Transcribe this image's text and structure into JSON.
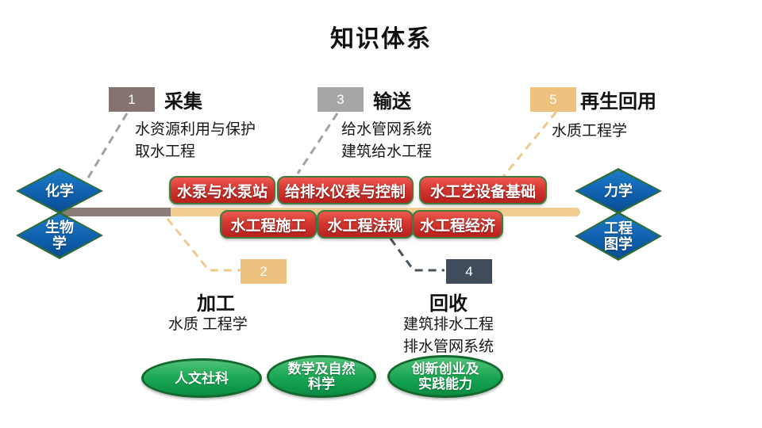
{
  "title": "知识体系",
  "stages": [
    {
      "num": "1",
      "label": "采集",
      "lines": [
        "水资源利用与保护",
        "取水工程"
      ]
    },
    {
      "num": "2",
      "label": "加工",
      "lines": [
        "水质 工程学"
      ]
    },
    {
      "num": "3",
      "label": "输送",
      "lines": [
        "给水管网系统",
        "建筑给水工程"
      ]
    },
    {
      "num": "4",
      "label": "回收",
      "lines": [
        "建筑排水工程",
        "排水管网系统"
      ]
    },
    {
      "num": "5",
      "label": "再生回用",
      "lines": [
        "水质工程学"
      ]
    }
  ],
  "basics": {
    "left": [
      {
        "lines": [
          "化学"
        ]
      },
      {
        "lines": [
          "生物",
          "学"
        ]
      }
    ],
    "right": [
      {
        "lines": [
          "力学"
        ]
      },
      {
        "lines": [
          "工程",
          "图学"
        ]
      }
    ]
  },
  "courses": {
    "row1": [
      "水泵与水泵站",
      "给排水仪表与控制",
      "水工艺设备基础"
    ],
    "row2": [
      "水工程施工",
      "水工程法规",
      "水工程经济"
    ]
  },
  "foundations": [
    {
      "lines": [
        "人文社科"
      ]
    },
    {
      "lines": [
        "数学及自然",
        "科学"
      ]
    },
    {
      "lines": [
        "创新创业及",
        "实践能力"
      ]
    }
  ],
  "colors": {
    "stage1_box": "#857370",
    "stage2_box": "#eec17e",
    "stage3_box": "#a6a6a6",
    "stage4_box": "#404c59",
    "stage5_box": "#eec17e",
    "bar_left": "#8a7d78",
    "bar_right": "#f2cd90",
    "diamond_fill": "#0f61ad",
    "diamond_border": "#2f6b35",
    "course_fill": "#cc2f28",
    "course_border": "#3f7d3f",
    "ellipse_fill": "#17a553",
    "ellipse_border": "#14682e",
    "dash_gray": "#a7a09b",
    "dash_tan": "#f0c98c",
    "dash_dark": "#4a545e"
  }
}
